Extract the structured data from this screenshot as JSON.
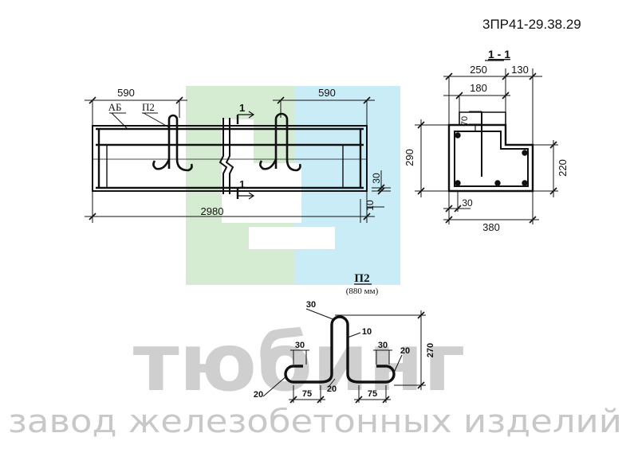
{
  "document": {
    "code": "3ПР41-29.38.29"
  },
  "elevation": {
    "dim_left_top": "590",
    "dim_right_top": "590",
    "dim_overall": "2980",
    "dim_cover_vertical": "30",
    "dim_bottom_offset": "10",
    "label_mesh": "АБ",
    "label_loop": "П2",
    "section_mark_top": "1",
    "section_mark_bottom": "1"
  },
  "section": {
    "title": "1 - 1",
    "dim_250": "250",
    "dim_130": "130",
    "dim_180": "180",
    "dim_70": "70",
    "dim_290": "290",
    "dim_220": "220",
    "dim_30": "30",
    "dim_380": "380"
  },
  "loop_detail": {
    "title": "П2",
    "length_note": "(880 мм)",
    "dim_top_30": "30",
    "dim_10": "10",
    "dim_left_30": "30",
    "dim_right_30": "30",
    "dim_right_20": "20",
    "dim_270": "270",
    "dim_left_20": "20",
    "dim_mid_20": "20",
    "dim_left_75": "75",
    "dim_right_75": "75"
  },
  "watermark": {
    "brand": "тюбинг",
    "tagline": "завод железобетонных изделий",
    "colors": {
      "green": "#d6ecd2",
      "blue": "#c9ecf7",
      "text": "#cfcfcf"
    }
  }
}
